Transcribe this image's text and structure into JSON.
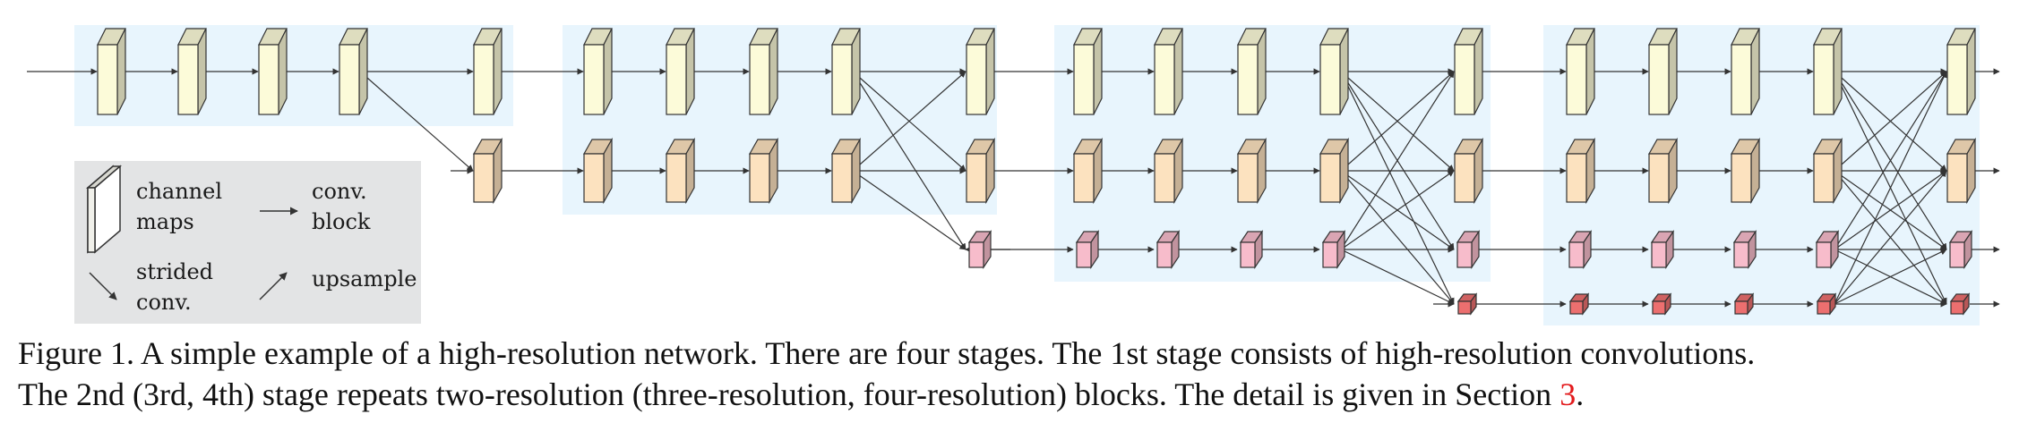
{
  "legend": {
    "channel_maps": [
      "channel",
      "maps"
    ],
    "conv_block": [
      "conv.",
      "block"
    ],
    "strided_conv": [
      "strided",
      "conv."
    ],
    "upsample": "upsample"
  },
  "caption": {
    "line1": "Figure 1. A simple example of a high-resolution network.  There are four stages.  The 1st stage consists of high-resolution convolutions.",
    "line2_pre": "The 2nd (3rd, 4th) stage repeats two-resolution (three-resolution, four-resolution) blocks. The detail is given in Section ",
    "section_ref": "3",
    "line2_post": "."
  },
  "stages": 4,
  "resolutions": 4,
  "colors": {
    "stage_bg": "#e8f5fd",
    "legend_bg": "#e3e4e5",
    "res1": "#fcfbd9",
    "res2": "#fce2bf",
    "res3": "#f7bccb",
    "res4": "#ec6f6f",
    "line": "#333333",
    "ref": "#e31a1c"
  }
}
